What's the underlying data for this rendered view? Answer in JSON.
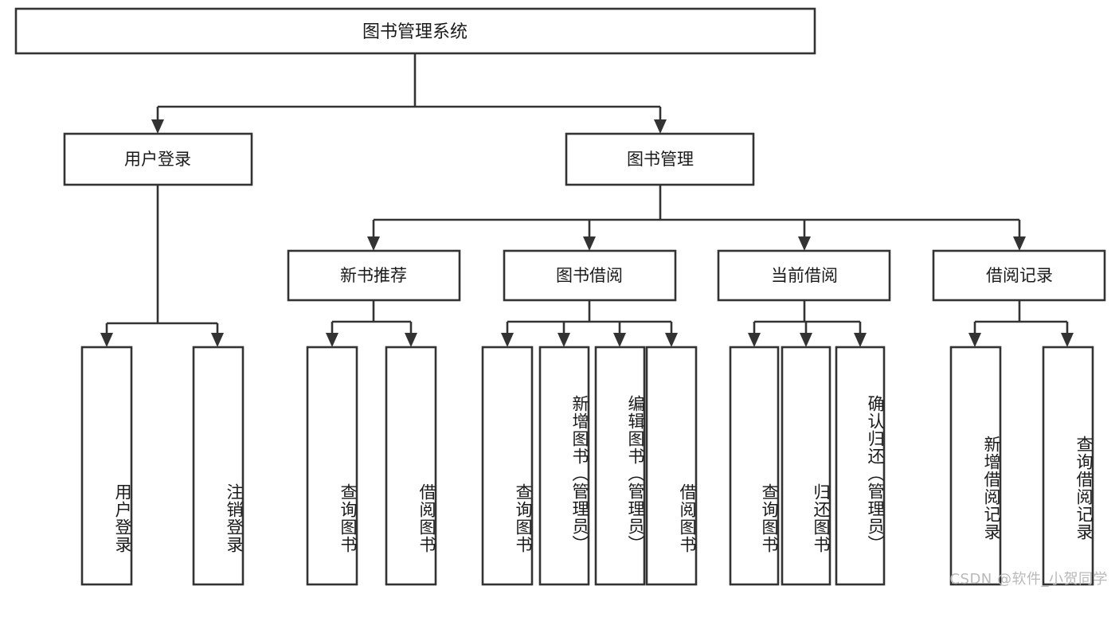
{
  "diagram": {
    "title": "图书管理系统",
    "type": "tree",
    "orientation": "top-down",
    "colors": {
      "box_stroke": "#333333",
      "box_fill": "#ffffff",
      "text": "#1a1a1a",
      "background": "#ffffff",
      "watermark": "#b9b9b9"
    },
    "levels": {
      "root": {
        "label": "图书管理系统"
      },
      "level2": [
        {
          "id": "user-login",
          "label": "用户登录"
        },
        {
          "id": "book-manage",
          "label": "图书管理"
        }
      ],
      "level3": [
        {
          "id": "new-book-recommend",
          "label": "新书推荐",
          "parent": "book-manage"
        },
        {
          "id": "book-borrow",
          "label": "图书借阅",
          "parent": "book-manage"
        },
        {
          "id": "current-borrow",
          "label": "当前借阅",
          "parent": "book-manage"
        },
        {
          "id": "borrow-record",
          "label": "借阅记录",
          "parent": "book-manage"
        }
      ],
      "leaves": [
        {
          "id": "leaf-user-login",
          "label": "用户登录",
          "parent": "user-login"
        },
        {
          "id": "leaf-logout-login",
          "label": "注销登录",
          "parent": "user-login"
        },
        {
          "id": "leaf-query-book-1",
          "label": "查询图书",
          "parent": "new-book-recommend"
        },
        {
          "id": "leaf-borrow-book-1",
          "label": "借阅图书",
          "parent": "new-book-recommend"
        },
        {
          "id": "leaf-query-book-2",
          "label": "查询图书",
          "parent": "book-borrow"
        },
        {
          "id": "leaf-add-book",
          "label": "新增图书（管理员）",
          "parent": "book-borrow"
        },
        {
          "id": "leaf-edit-book",
          "label": "编辑图书（管理员）",
          "parent": "book-borrow"
        },
        {
          "id": "leaf-borrow-book-2",
          "label": "借阅图书",
          "parent": "book-borrow"
        },
        {
          "id": "leaf-query-book-3",
          "label": "查询图书",
          "parent": "current-borrow"
        },
        {
          "id": "leaf-return-book",
          "label": "归还图书",
          "parent": "current-borrow"
        },
        {
          "id": "leaf-confirm-return",
          "label": "确认归还（管理员）",
          "parent": "current-borrow"
        },
        {
          "id": "leaf-add-record",
          "label": "新增借阅记录",
          "parent": "borrow-record"
        },
        {
          "id": "leaf-query-record",
          "label": "查询借阅记录",
          "parent": "borrow-record"
        }
      ]
    }
  },
  "watermark": {
    "text": "CSDN @软件_小贺同学"
  }
}
